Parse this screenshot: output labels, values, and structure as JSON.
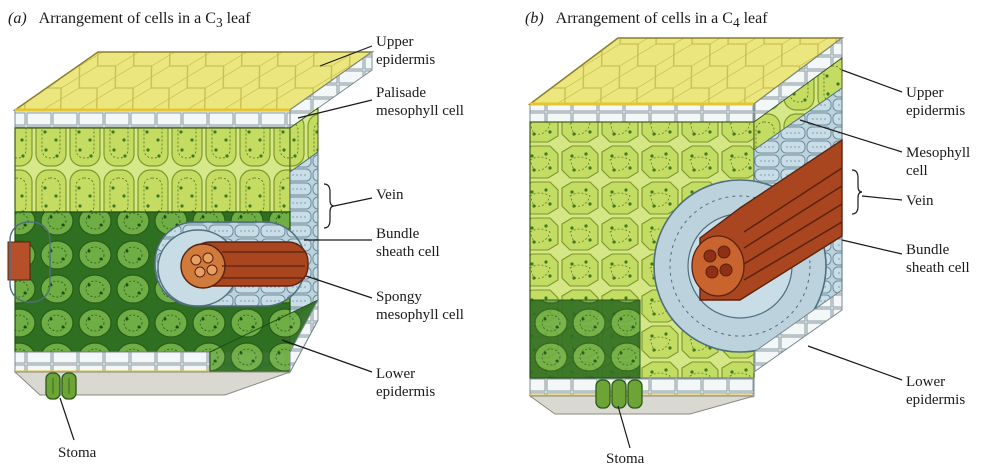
{
  "panel_a": {
    "letter": "(a)",
    "title_main": "Arrangement of cells in a C",
    "title_sub": "3",
    "title_end": " leaf",
    "labels": {
      "upper_epidermis": "Upper\nepidermis",
      "palisade": "Palisade\nmesophyll cell",
      "vein": "Vein",
      "bundle_sheath": "Bundle\nsheath cell",
      "spongy": "Spongy\nmesophyll cell",
      "lower_epidermis": "Lower\nepidermis",
      "stoma": "Stoma"
    }
  },
  "panel_b": {
    "letter": "(b)",
    "title_main": "Arrangement of cells in a C",
    "title_sub": "4",
    "title_end": " leaf",
    "labels": {
      "upper_epidermis": "Upper\nepidermis",
      "mesophyll": "Mesophyll\ncell",
      "vein": "Vein",
      "bundle_sheath": "Bundle\nsheath cell",
      "lower_epidermis": "Lower\nepidermis",
      "stoma": "Stoma"
    }
  },
  "colors": {
    "epidermis_top": "#e9e27a",
    "epidermis_side": "#cfd8dc",
    "mesophyll": "#c9df6a",
    "spongy": "#4f9a3a",
    "bundle_sheath": "#b7cfdb",
    "vein": "#b5502a",
    "yellow_edge": "#e5c530"
  }
}
